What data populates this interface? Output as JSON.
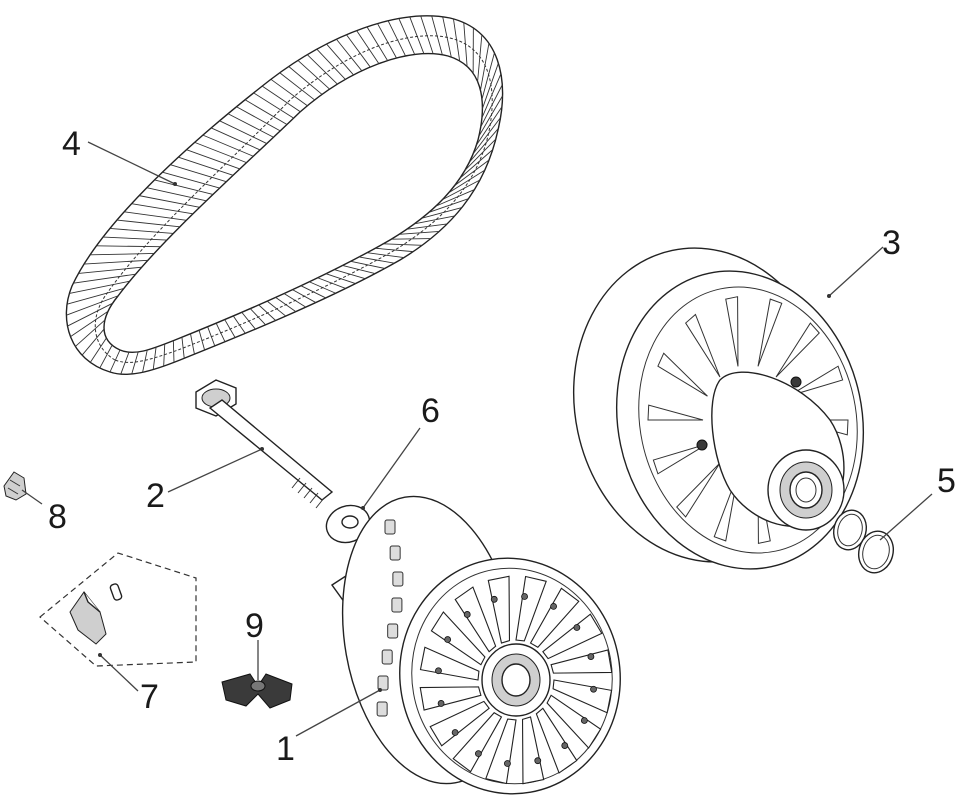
{
  "callouts": [
    {
      "id": "1",
      "label": "1"
    },
    {
      "id": "2",
      "label": "2"
    },
    {
      "id": "3",
      "label": "3"
    },
    {
      "id": "4",
      "label": "4"
    },
    {
      "id": "5",
      "label": "5"
    },
    {
      "id": "6",
      "label": "6"
    },
    {
      "id": "7",
      "label": "7"
    },
    {
      "id": "8",
      "label": "8"
    },
    {
      "id": "9",
      "label": "9"
    }
  ],
  "colors": {
    "line": "#222222",
    "background": "#ffffff",
    "shade": "#cfcfcf"
  }
}
